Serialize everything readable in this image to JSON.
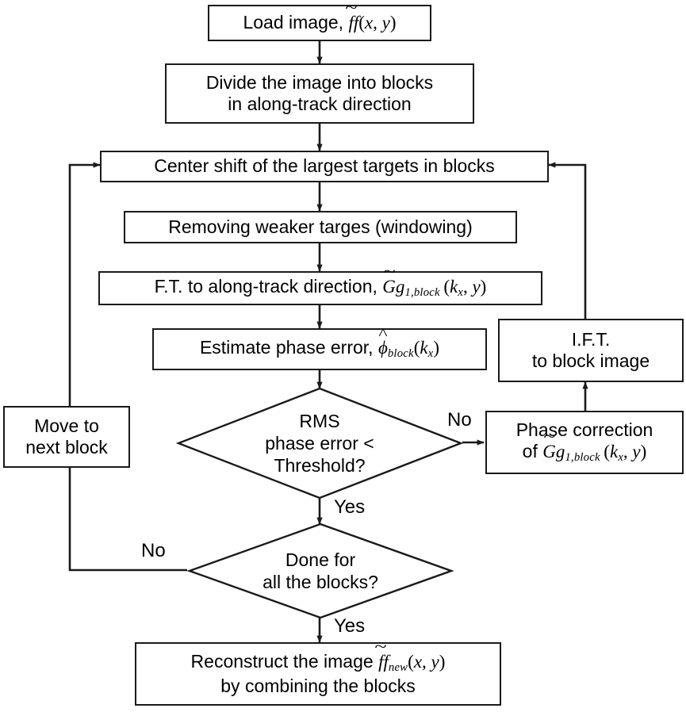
{
  "diagram": {
    "title": "Block-based phase gradient autofocus flowchart",
    "type": "flowchart",
    "stroke_color": "#1a1a1a",
    "background_color": "#ffffff",
    "text_color": "#000000"
  },
  "nodes": {
    "load_image": {
      "shape": "process",
      "text": "Load image, ff(x, y)",
      "text_plain": "Load image, f̃f(x,y)"
    },
    "divide_blocks": {
      "shape": "process",
      "line1": "Divide the image into blocks",
      "line2": "in along-track direction"
    },
    "center_shift": {
      "shape": "process",
      "text": "Center shift of the largest targets in blocks"
    },
    "removing_weaker": {
      "shape": "process",
      "text": "Removing weaker targes (windowing)"
    },
    "ft_along_track": {
      "shape": "process",
      "prefix": "F.T.  to along-track direction, ",
      "symbol": "Gg",
      "subscript": "1,block",
      "args": "(k_x, y)"
    },
    "estimate_phase_error": {
      "shape": "process",
      "prefix": "Estimate phase error, ",
      "symbol": "φ",
      "subscript": "block",
      "args": "(k_x)"
    },
    "rms_decision": {
      "shape": "decision",
      "line1": "RMS",
      "line2": "phase error <",
      "line3": "Threshold?"
    },
    "phase_correction": {
      "shape": "process",
      "line1": "Phase correction",
      "line2_prefix": "of ",
      "symbol": "Gg",
      "subscript": "1,block",
      "args": "(k_x, y)"
    },
    "ift_block_image": {
      "shape": "process",
      "line1": "I.F.T.",
      "line2": "to block image"
    },
    "move_next_block": {
      "shape": "process",
      "line1": "Move to",
      "line2": "next block"
    },
    "done_decision": {
      "shape": "decision",
      "line1": "Done for",
      "line2": "all the blocks?"
    },
    "reconstruct": {
      "shape": "process",
      "line1_prefix": "Reconstruct the image ",
      "symbol": "ff",
      "subscript": "new",
      "args": "(x, y)",
      "line2": "by combining the blocks"
    }
  },
  "edge_labels": {
    "rms_no": "No",
    "rms_yes": "Yes",
    "done_no": "No",
    "done_yes": "Yes"
  }
}
